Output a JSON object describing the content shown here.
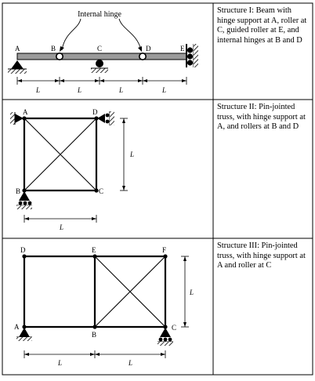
{
  "structures": [
    {
      "caption": "Structure I: Beam with hinge support at A, roller at C, guided roller at E, and internal hinges at B and D",
      "callout": "Internal hinge",
      "nodes": {
        "A": "A",
        "B": "B",
        "C": "C",
        "D": "D",
        "E": "E"
      },
      "spans": [
        "L",
        "L",
        "L",
        "L"
      ]
    },
    {
      "caption": "Structure II: Pin-jointed truss, with hinge support at A, and rollers at B and D",
      "nodes": {
        "A": "A",
        "B": "B",
        "C": "C",
        "D": "D"
      },
      "dims": {
        "horizontal": "L",
        "vertical": "L"
      }
    },
    {
      "caption": "Structure III: Pin-jointed truss, with hinge support at A and roller at C",
      "nodes": {
        "A": "A",
        "B": "B",
        "C": "C",
        "D": "D",
        "E": "E",
        "F": "F"
      },
      "dims": {
        "left": "L",
        "right": "L",
        "vertical": "L"
      }
    }
  ]
}
